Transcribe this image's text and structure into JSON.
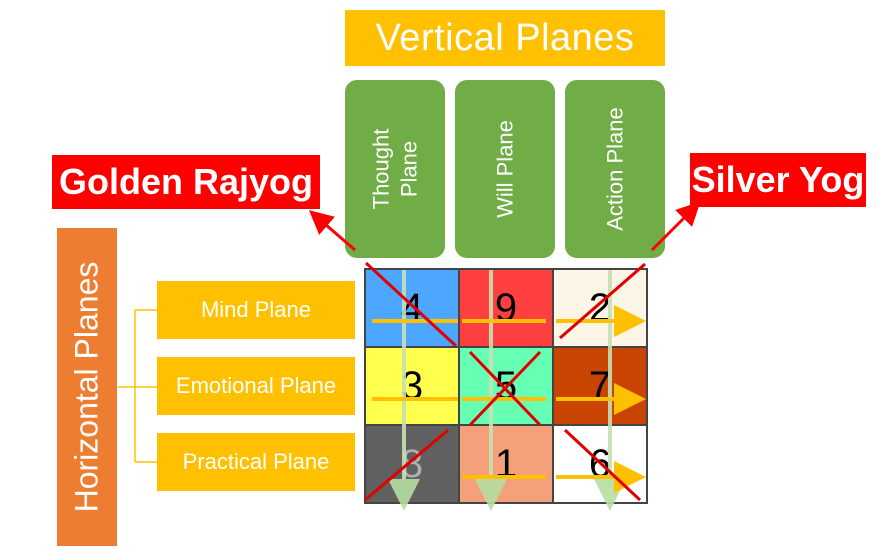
{
  "title": "Vertical Planes",
  "vertical_planes": [
    {
      "label": "Thought\nPlane"
    },
    {
      "label": "Will Plane"
    },
    {
      "label": "Action Plane"
    }
  ],
  "golden": "Golden Rajyog",
  "silver": "Silver Yog",
  "horizontal_title": "Horizontal Planes",
  "horizontal_planes": [
    "Mind Plane",
    "Emotional Plane",
    "Practical Plane"
  ],
  "grid": [
    {
      "num": "4",
      "color": "#4da6ff"
    },
    {
      "num": "9",
      "color": "#ff4040"
    },
    {
      "num": "2",
      "color": "#fdf5e6"
    },
    {
      "num": "3",
      "color": "#ffff4d"
    },
    {
      "num": "5",
      "color": "#66ffb3"
    },
    {
      "num": "7",
      "color": "#c84400"
    },
    {
      "num": "8",
      "color": "#606060"
    },
    {
      "num": "1",
      "color": "#f4a07a"
    },
    {
      "num": "6",
      "color": "#ffffff"
    }
  ],
  "colors": {
    "accent_yellow": "#ffc000",
    "green": "#70ad47",
    "red": "#ff0000",
    "orange": "#ed7d31"
  }
}
